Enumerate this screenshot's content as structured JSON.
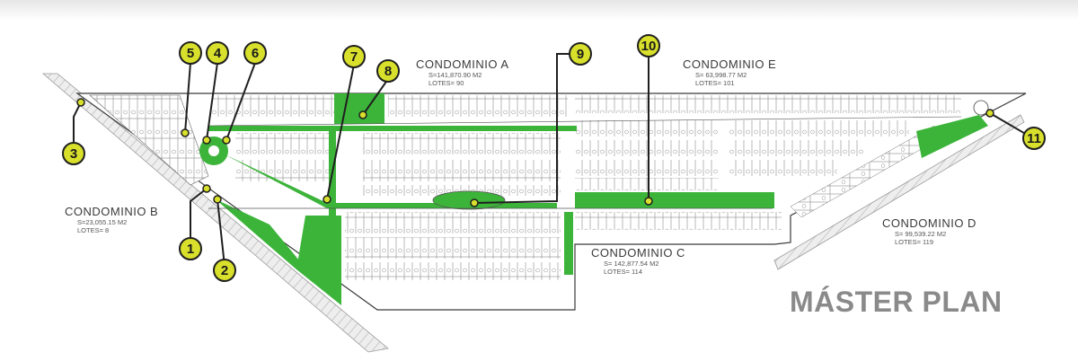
{
  "title": "MÁSTER PLAN",
  "condominios": {
    "a": {
      "name": "CONDOMINIO A",
      "area": "S=141,870.90 M2",
      "lotes": "LOTES= 90"
    },
    "b": {
      "name": "CONDOMINIO B",
      "area": "S=23,055.15 M2",
      "lotes": "LOTES= 8"
    },
    "c": {
      "name": "CONDOMINIO C",
      "area": "S= 142,877.54 M2",
      "lotes": "LOTES= 114"
    },
    "d": {
      "name": "CONDOMINIO D",
      "area": "S= 99,539.22 M2",
      "lotes": "LOTES= 119"
    },
    "e": {
      "name": "CONDOMINIO E",
      "area": "S= 63,998.77 M2",
      "lotes": "LOTES= 101"
    }
  },
  "markers": [
    "1",
    "2",
    "3",
    "4",
    "5",
    "6",
    "7",
    "8",
    "9",
    "10",
    "11"
  ],
  "colors": {
    "green": "#3cb43a",
    "marker": "#d8e02c",
    "outline": "#1f1f1f",
    "title": "#8a8a8a"
  }
}
